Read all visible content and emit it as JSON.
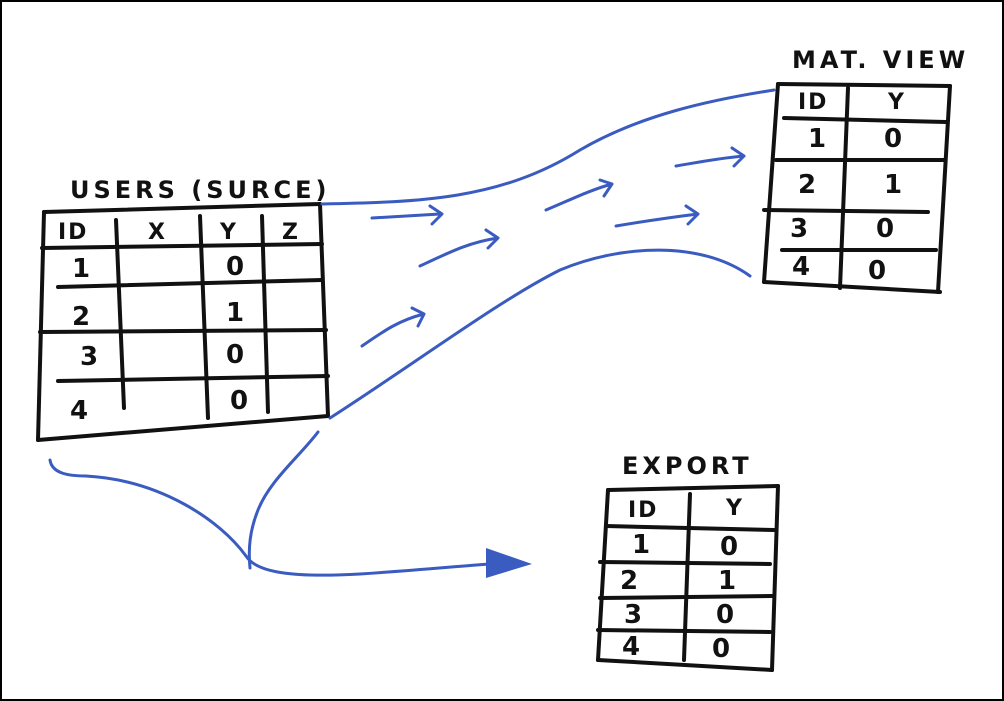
{
  "tables": {
    "source": {
      "title": "USERS (SURCE)",
      "headers": [
        "ID",
        "X",
        "Y",
        "Z"
      ],
      "rows": [
        [
          "1",
          "",
          "0",
          ""
        ],
        [
          "2",
          "",
          "1",
          ""
        ],
        [
          "3",
          "",
          "0",
          ""
        ],
        [
          "4",
          "",
          "0",
          ""
        ]
      ]
    },
    "matview": {
      "title": "MAT. VIEW",
      "headers": [
        "ID",
        "Y"
      ],
      "rows": [
        [
          "1",
          "0"
        ],
        [
          "2",
          "1"
        ],
        [
          "3",
          "0"
        ],
        [
          "4",
          "0"
        ]
      ]
    },
    "export": {
      "title": "EXPORT",
      "headers": [
        "ID",
        "Y"
      ],
      "rows": [
        [
          "1",
          "0"
        ],
        [
          "2",
          "1"
        ],
        [
          "3",
          "0"
        ],
        [
          "4",
          "0"
        ]
      ]
    }
  },
  "colors": {
    "ink": "#111111",
    "arrow": "#3a5bbf"
  }
}
